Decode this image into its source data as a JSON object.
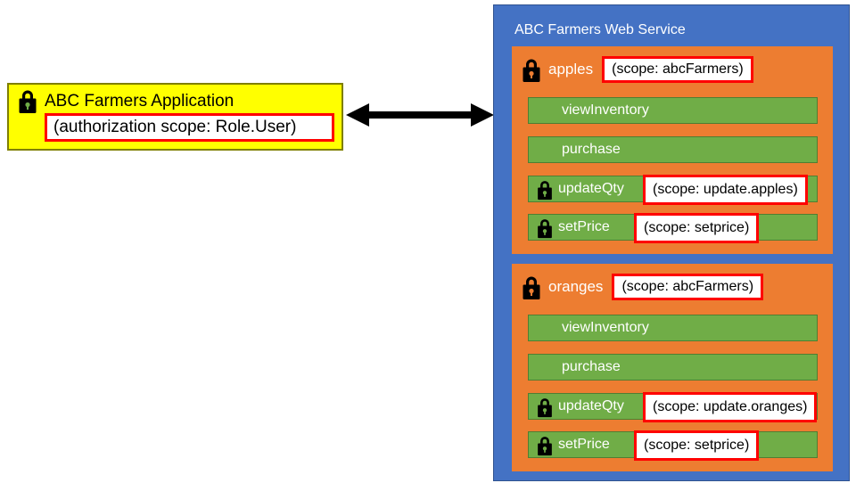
{
  "client": {
    "lock_icon": "padlock-icon",
    "title": "ABC Farmers Application",
    "scope": "(authorization scope: Role.User)"
  },
  "connector": {
    "icon": "double-headed-arrow-icon",
    "direction": "bidirectional"
  },
  "service": {
    "title": "ABC Farmers Web Service",
    "resources": [
      {
        "lock_icon": "padlock-icon",
        "name": "apples",
        "scope": "(scope: abcFarmers)",
        "methods": [
          {
            "name": "viewInventory",
            "locked": false,
            "scope": ""
          },
          {
            "name": "purchase",
            "locked": false,
            "scope": ""
          },
          {
            "name": "updateQty",
            "locked": true,
            "scope": "(scope: update.apples)"
          },
          {
            "name": "setPrice",
            "locked": true,
            "scope": "(scope: setprice)"
          }
        ]
      },
      {
        "lock_icon": "padlock-icon",
        "name": "oranges",
        "scope": "(scope: abcFarmers)",
        "methods": [
          {
            "name": "viewInventory",
            "locked": false,
            "scope": ""
          },
          {
            "name": "purchase",
            "locked": false,
            "scope": ""
          },
          {
            "name": "updateQty",
            "locked": true,
            "scope": "(scope: update.oranges)"
          },
          {
            "name": "setPrice",
            "locked": true,
            "scope": "(scope: setprice)"
          }
        ]
      }
    ]
  },
  "colors": {
    "client_box": "#ffff00",
    "service_panel": "#4472c4",
    "resource_card": "#ed7d31",
    "method_row": "#70ad47",
    "scope_outline": "#ff0000",
    "arrow": "#000000"
  }
}
